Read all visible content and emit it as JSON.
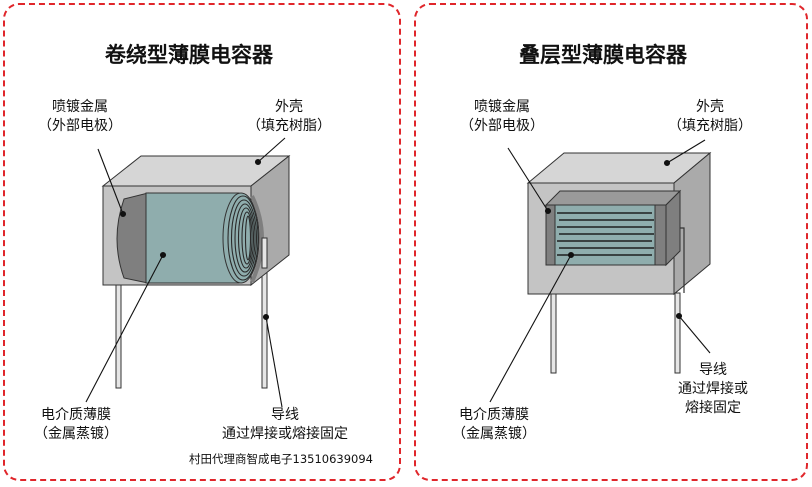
{
  "left": {
    "title": "卷绕型薄膜电容器",
    "electrode": {
      "line1": "喷镀金属",
      "line2": "（外部电极）"
    },
    "case": {
      "line1": "外壳",
      "line2": "（填充树脂）"
    },
    "dielectric": {
      "line1": "电介质薄膜",
      "line2": "（金属蒸镀）"
    },
    "lead": {
      "line1": "导线",
      "line2": "通过焊接或熔接固定"
    },
    "credit": "村田代理商智成电子13510639094"
  },
  "right": {
    "title": "叠层型薄膜电容器",
    "electrode": {
      "line1": "喷镀金属",
      "line2": "（外部电极）"
    },
    "case": {
      "line1": "外壳",
      "line2": "（填充树脂）"
    },
    "dielectric": {
      "line1": "电介质薄膜",
      "line2": "（金属蒸镀）"
    },
    "lead": {
      "line1": "导线",
      "line2": "通过焊接或",
      "line3": "熔接固定"
    }
  },
  "colors": {
    "border": "#e0262b",
    "case_front": "#c4c4c4",
    "case_top": "#d6d6d6",
    "case_side": "#aaaaaa",
    "film": "#8fadad",
    "metal": "#7f7f7f"
  }
}
